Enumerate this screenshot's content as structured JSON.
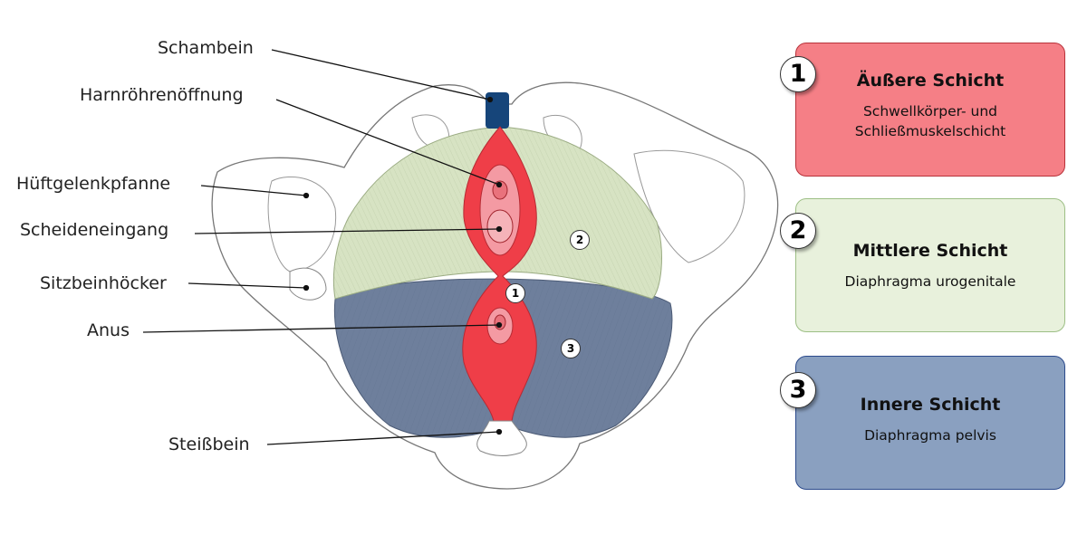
{
  "labels": {
    "schambein": "Schambein",
    "harnroehre": "Harnröhrenöffnung",
    "hueftgelenk": "Hüftgelenkpfanne",
    "scheide": "Scheideneingang",
    "sitzbein": "Sitzbeinhöcker",
    "anus": "Anus",
    "steissbein": "Steißbein"
  },
  "markers": [
    "1",
    "2",
    "3"
  ],
  "layers": [
    {
      "number": "1",
      "title": "Äußere Schicht",
      "description": "Schwellkörper- und Schließmuskelschicht",
      "fill": "#f57f86",
      "border": "#b8323a"
    },
    {
      "number": "2",
      "title": "Mittlere Schicht",
      "description": "Diaphragma urogenitale",
      "fill": "#e8f1dc",
      "border": "#9dbf85"
    },
    {
      "number": "3",
      "title": "Innere Schicht",
      "description": "Diaphragma pelvis",
      "fill": "#8aa0c0",
      "border": "#2b4a8c"
    }
  ]
}
